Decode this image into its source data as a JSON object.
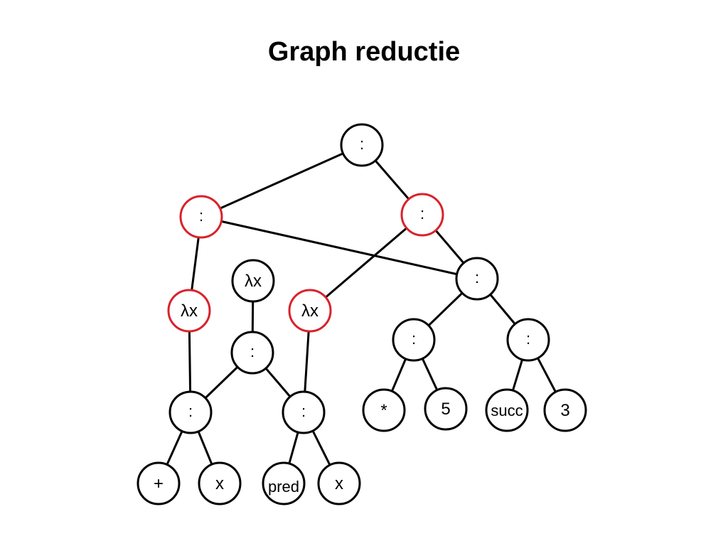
{
  "title": "Graph reductie",
  "colors": {
    "node_stroke": "#000000",
    "highlight_stroke": "#d9222a",
    "edge": "#000000"
  },
  "nodes": [
    {
      "id": "root",
      "label": ":",
      "highlight": false
    },
    {
      "id": "left-colon",
      "label": ":",
      "highlight": true
    },
    {
      "id": "right-colon",
      "label": ":",
      "highlight": true
    },
    {
      "id": "lambda-left",
      "label": "λx",
      "highlight": true
    },
    {
      "id": "lambda-top",
      "label": "λx",
      "highlight": false
    },
    {
      "id": "lambda-mid",
      "label": "λx",
      "highlight": true
    },
    {
      "id": "mid-colon",
      "label": ":",
      "highlight": false
    },
    {
      "id": "right-inner-colon",
      "label": ":",
      "highlight": false
    },
    {
      "id": "times-colon",
      "label": ":",
      "highlight": false
    },
    {
      "id": "succ-colon",
      "label": ":",
      "highlight": false
    },
    {
      "id": "plus-colon",
      "label": ":",
      "highlight": false
    },
    {
      "id": "pred-colon",
      "label": ":",
      "highlight": false
    },
    {
      "id": "times",
      "label": "*",
      "highlight": false
    },
    {
      "id": "five",
      "label": "5",
      "highlight": false
    },
    {
      "id": "succ",
      "label": "succ",
      "highlight": false
    },
    {
      "id": "three",
      "label": "3",
      "highlight": false
    },
    {
      "id": "plus",
      "label": "+",
      "highlight": false
    },
    {
      "id": "x1",
      "label": "x",
      "highlight": false
    },
    {
      "id": "pred",
      "label": "pred",
      "highlight": false
    },
    {
      "id": "x2",
      "label": "x",
      "highlight": false
    }
  ],
  "edges": [
    [
      "root",
      "left-colon"
    ],
    [
      "root",
      "right-colon"
    ],
    [
      "left-colon",
      "lambda-left"
    ],
    [
      "left-colon",
      "right-inner-colon"
    ],
    [
      "right-colon",
      "lambda-mid"
    ],
    [
      "right-colon",
      "right-inner-colon"
    ],
    [
      "lambda-left",
      "plus-colon"
    ],
    [
      "lambda-top",
      "mid-colon"
    ],
    [
      "mid-colon",
      "plus-colon"
    ],
    [
      "mid-colon",
      "pred-colon"
    ],
    [
      "lambda-mid",
      "pred-colon"
    ],
    [
      "right-inner-colon",
      "times-colon"
    ],
    [
      "right-inner-colon",
      "succ-colon"
    ],
    [
      "times-colon",
      "times"
    ],
    [
      "times-colon",
      "five"
    ],
    [
      "succ-colon",
      "succ"
    ],
    [
      "succ-colon",
      "three"
    ],
    [
      "plus-colon",
      "plus"
    ],
    [
      "plus-colon",
      "x1"
    ],
    [
      "pred-colon",
      "pred"
    ],
    [
      "pred-colon",
      "x2"
    ]
  ]
}
